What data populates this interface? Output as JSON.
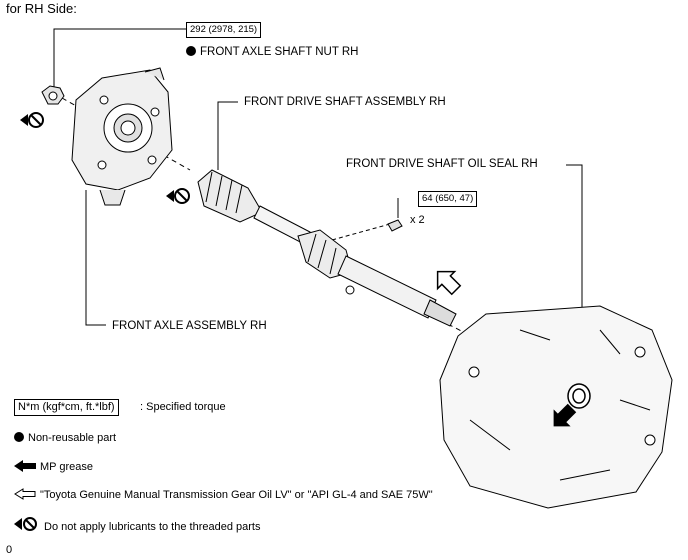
{
  "title": "for RH Side:",
  "callouts": {
    "nut_torque": "292 (2978, 215)",
    "nut_label": "FRONT AXLE SHAFT NUT RH",
    "drive_shaft_label": "FRONT DRIVE SHAFT ASSEMBLY RH",
    "oil_seal_label": "FRONT DRIVE SHAFT OIL SEAL RH",
    "bolt_torque": "64 (650, 47)",
    "bolt_qty": "x 2",
    "axle_label": "FRONT AXLE ASSEMBLY RH"
  },
  "legend": {
    "torque_box": "N*m (kgf*cm, ft.*lbf)",
    "torque_desc": ": Specified torque",
    "non_reusable": "Non-reusable part",
    "mp_grease": "MP grease",
    "gear_oil": "\"Toyota Genuine Manual Transmission Gear Oil LV\" or \"API GL-4 and SAE 75W\"",
    "no_lube": "Do not apply lubricants to the threaded parts"
  },
  "footer_id": "0",
  "icons": {
    "non_reusable": "filled-circle-icon",
    "mp_grease": "filled-arrow-icon",
    "gear_oil": "outline-arrow-icon",
    "no_lube": "no-lubricant-icon"
  }
}
